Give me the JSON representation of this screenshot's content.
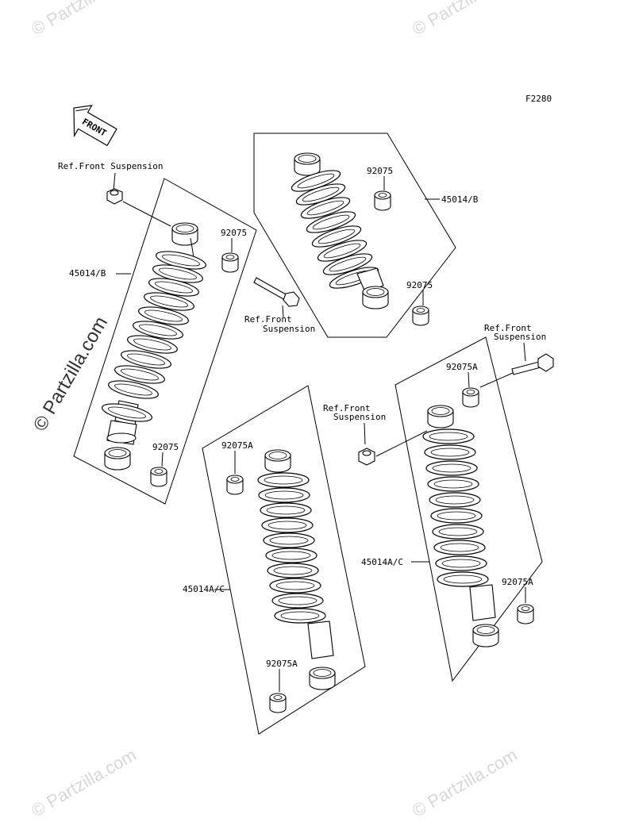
{
  "figure_code": "F2280",
  "front_arrow_label": "FRONT",
  "watermark_text": "© Partzilla.com",
  "labels": {
    "ref_front_suspension_1": "Ref.Front Suspension",
    "ref_front_line1": "Ref.Front",
    "ref_suspension_line2": "Suspension",
    "part_45014_b": "45014/B",
    "part_45014a_c": "45014A/C",
    "part_92075": "92075",
    "part_92075a": "92075A"
  },
  "colors": {
    "line": "#000000",
    "watermark": "#d4d4d4"
  }
}
